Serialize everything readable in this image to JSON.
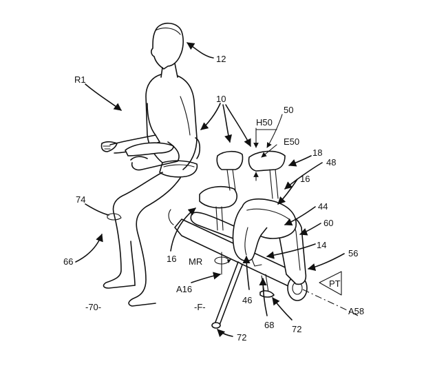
{
  "labels": {
    "l12": "12",
    "lR1": "R1",
    "l10": "10",
    "lH50": "H50",
    "l50": "50",
    "lE50": "E50",
    "l18": "18",
    "l48": "48",
    "l16": "16",
    "l44": "44",
    "l60": "60",
    "l14": "14",
    "l56": "56",
    "l74": "74",
    "l66": "66",
    "lMR": "MR",
    "lA16": "A16",
    "l46": "46",
    "lPT": "PT",
    "lA58": "A58",
    "l70": "-70-",
    "lF": "-F-",
    "l68": "68",
    "l72": "72"
  }
}
